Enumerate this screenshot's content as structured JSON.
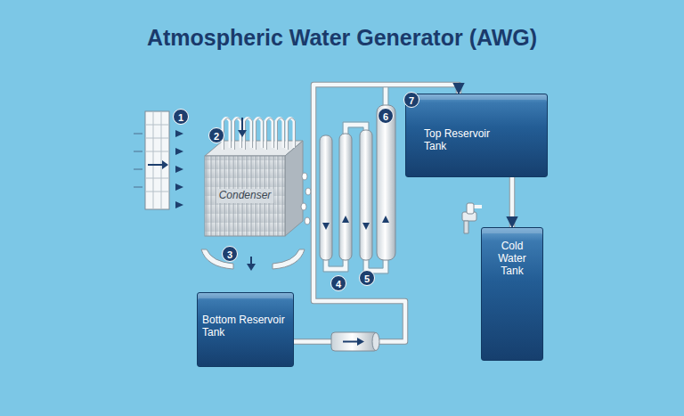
{
  "diagram": {
    "title": "Atmospheric Water Generator (AWG)",
    "nodes": [
      {
        "text": [
          "Condenser"
        ]
      },
      {
        "text": [
          "Top Reservoir Tank"
        ]
      },
      {
        "text": [
          "Cold Water Tank"
        ]
      },
      {
        "text": [
          "Bottom Reservoir Tank"
        ]
      }
    ],
    "edges": [
      {
        "from": 3,
        "to": 1,
        "arrow": "to"
      },
      {
        "from": 1,
        "to": 2,
        "arrow": "to"
      }
    ],
    "labels": [
      "1",
      "2",
      "3",
      "4",
      "5",
      "6",
      "7"
    ]
  }
}
